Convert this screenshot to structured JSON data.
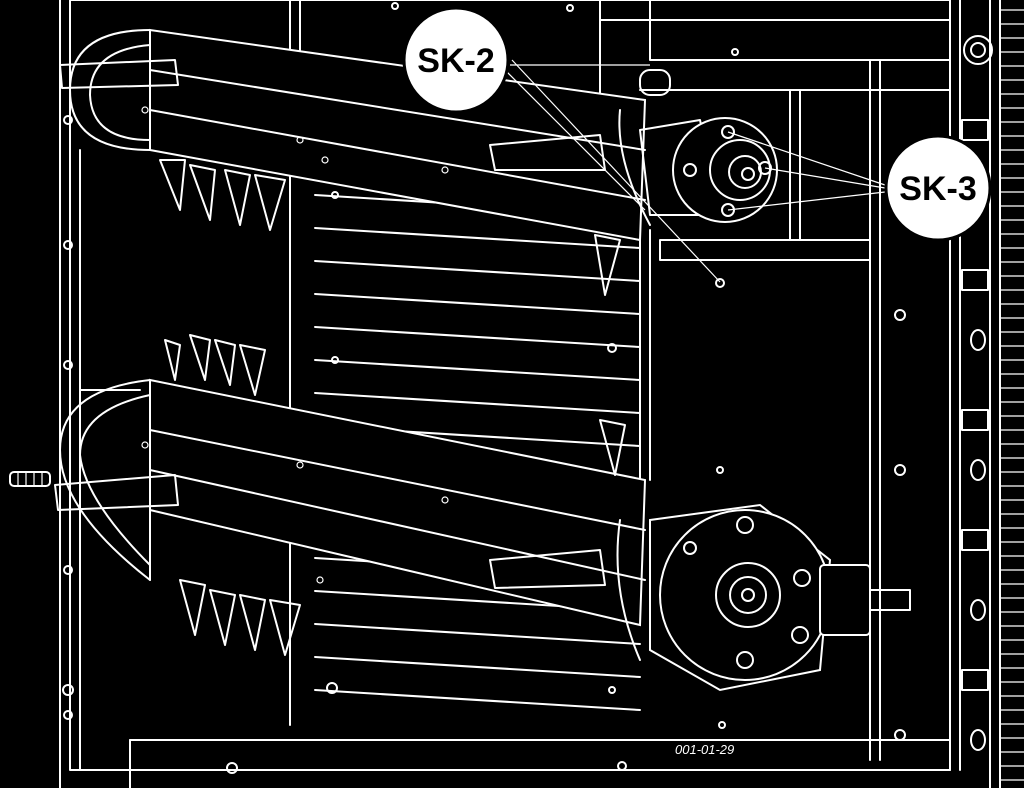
{
  "callouts": [
    {
      "id": "sk2",
      "label": "SK-2"
    },
    {
      "id": "sk3",
      "label": "SK-3"
    }
  ],
  "drawing_number": "001-01-29",
  "colors": {
    "background": "#000000",
    "lines": "#ffffff"
  }
}
